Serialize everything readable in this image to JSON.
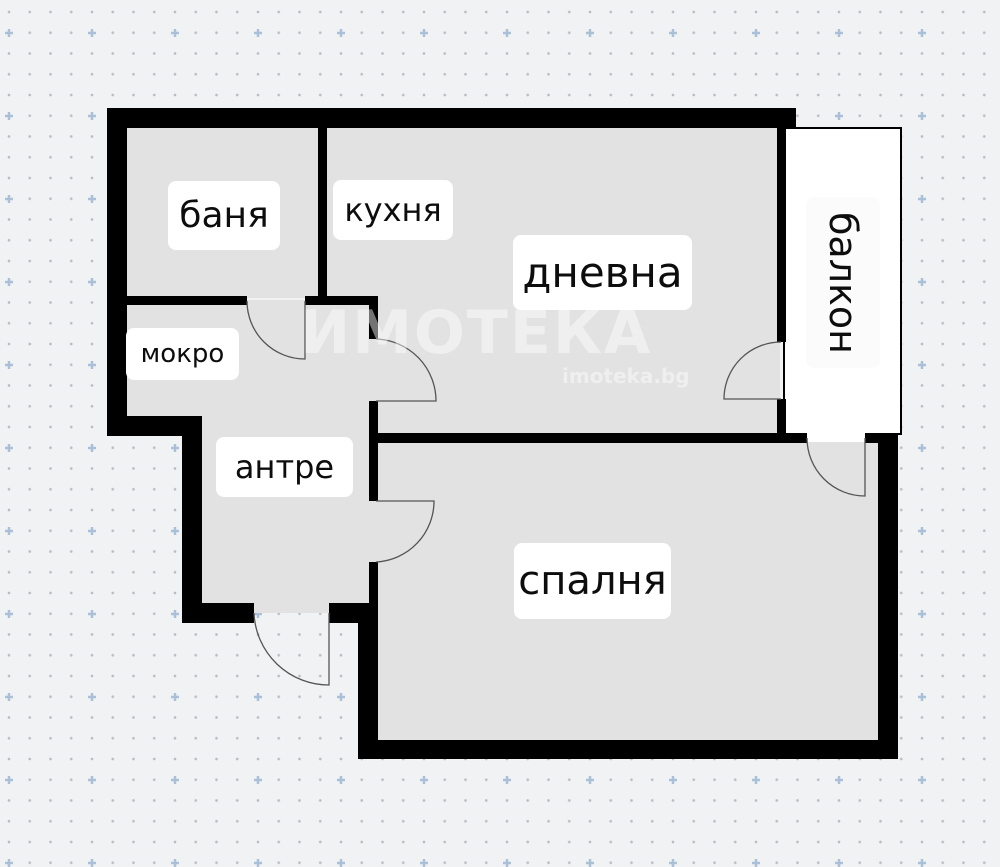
{
  "plan": {
    "background_color": "#f1f2f3",
    "room_fill": "#e2e2e2",
    "balcony_fill": "#ffffff",
    "wall_color": "#000000",
    "grid_dot_color": "#b8bcc4",
    "grid_cross_color": "#a9c0d8"
  },
  "rooms": {
    "bathroom": "баня",
    "kitchen": "кухня",
    "living": "дневна",
    "wet_area": "мокро",
    "hallway": "антре",
    "bedroom": "спалня",
    "balcony": "балкон"
  },
  "watermark": {
    "logo": "ИМОТЕКА",
    "url": "imoteka.bg"
  }
}
